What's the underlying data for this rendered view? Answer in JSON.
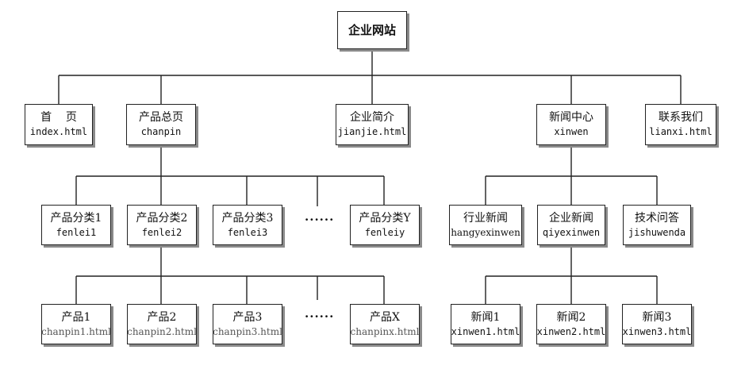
{
  "root": {
    "title": "企业网站"
  },
  "level1": [
    {
      "title": "首    页",
      "file": "index.html"
    },
    {
      "title": "产品总页",
      "file": "chanpin"
    },
    {
      "title": "企业简介",
      "file": "jianjie.html"
    },
    {
      "title": "新闻中心",
      "file": "xinwen"
    },
    {
      "title": "联系我们",
      "file": "lianxi.html"
    }
  ],
  "product_categories": [
    {
      "title": "产品分类1",
      "file": "fenlei1"
    },
    {
      "title": "产品分类2",
      "file": "fenlei2"
    },
    {
      "title": "产品分类3",
      "file": "fenlei3"
    },
    {
      "title": "产品分类Y",
      "file": "fenleiy"
    }
  ],
  "products": [
    {
      "title": "产品1",
      "file": "chanpin1.html"
    },
    {
      "title": "产品2",
      "file": "chanpin2.html"
    },
    {
      "title": "产品3",
      "file": "chanpin3.html"
    },
    {
      "title": "产品X",
      "file": "chanpinx.html"
    }
  ],
  "news_categories": [
    {
      "title": "行业新闻",
      "file": "hangyexinwen"
    },
    {
      "title": "企业新闻",
      "file": "qiyexinwen"
    },
    {
      "title": "技术问答",
      "file": "jishuwenda"
    }
  ],
  "news_items": [
    {
      "title": "新闻1",
      "file": "xinwen1.html"
    },
    {
      "title": "新闻2",
      "file": "xinwen2.html"
    },
    {
      "title": "新闻3",
      "file": "xinwen3.html"
    }
  ],
  "ellipsis": "......"
}
